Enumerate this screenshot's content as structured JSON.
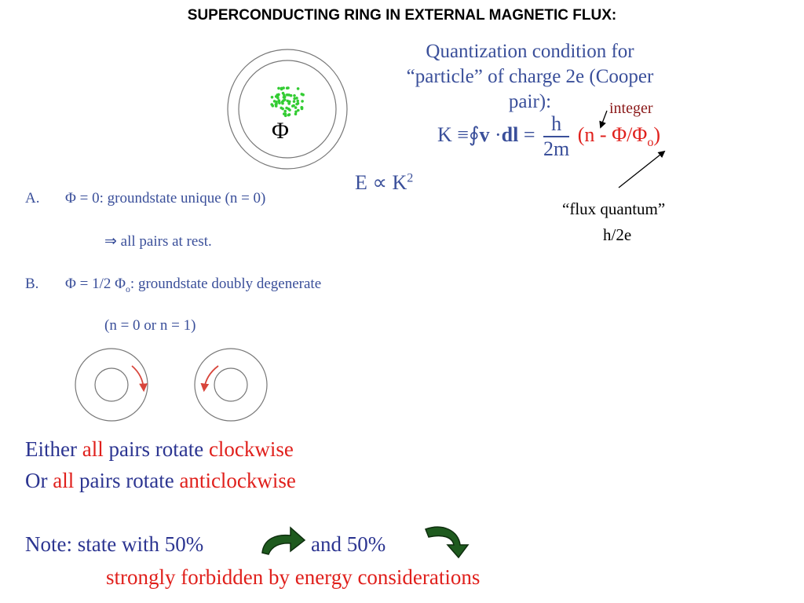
{
  "title": "SUPERCONDUCTING RING IN EXTERNAL MAGNETIC FLUX:",
  "phi_symbol": "Φ",
  "quantization": {
    "line1": "Quantization condition for",
    "line2": "“particle” of charge 2e (Cooper",
    "line3": "pair):"
  },
  "equation": {
    "lhs": "K ≡∮",
    "v": "v",
    "dot": " ·",
    "dl": "dl",
    "eq": " =",
    "frac_num": "h",
    "frac_den": "2m",
    "paren": "(n - Φ/Φ",
    "paren_sub": "o",
    "paren_close": ")"
  },
  "energy": {
    "base": "E ∝ K",
    "exp": "2"
  },
  "labels": {
    "integer": "integer",
    "flux_quantum": "“flux quantum”",
    "flux_value": "h/2e"
  },
  "case_a": {
    "letter": "A.",
    "text": "Φ = 0:  groundstate unique (n = 0)",
    "implication": "⇒ all pairs at rest."
  },
  "case_b": {
    "letter": "B.",
    "text_pre": "Φ = 1/2 Φ",
    "text_sub": "o",
    "text_post": ":  groundstate doubly degenerate",
    "note": "(n = 0 or n = 1)"
  },
  "line_either": {
    "w1": "Either",
    "w2": "all",
    "w3": "pairs rotate",
    "w4": "clockwise"
  },
  "line_or": {
    "w1": "Or",
    "w2": "all",
    "w3": "pairs rotate",
    "w4": "anticlockwise"
  },
  "note_line": {
    "prefix": "Note: state with 50%",
    "mid": "and  50%"
  },
  "forbidden": "strongly forbidden by energy considerations",
  "colors": {
    "blue": "#3a4f9a",
    "red": "#e0201c",
    "navy": "#2c3591",
    "dots": "#33cc33",
    "arrow": "#1e5a1e"
  }
}
